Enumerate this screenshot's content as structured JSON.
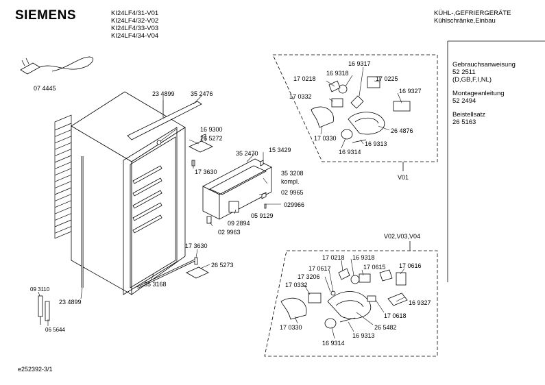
{
  "header": {
    "brand": "SIEMENS",
    "models": [
      "KI24LF4/31-V01",
      "KI24LF4/32-V02",
      "KI24LF4/33-V03",
      "KI24LF4/34-V04"
    ],
    "category_line1": "KÜHL-,GEFRIERGERÄTE",
    "category_line2": "Kühlschränke,Einbau"
  },
  "documents": {
    "manual_label": "Gebrauchsanweisung",
    "manual_number": "52 2511",
    "manual_languages": "(D,GB,F,I,NL)",
    "install_label": "Montageanleitung",
    "install_number": "52 2494",
    "kit_label": "Beistellsatz",
    "kit_number": "26 5163"
  },
  "footer": {
    "drawing_id": "e252392-3/1"
  },
  "variants": {
    "group_a": "V01",
    "group_b": "V02,V03,V04"
  },
  "parts": {
    "p074445": "07 4445",
    "p234899_top": "23 4899",
    "p352476": "35 2476",
    "p169300": "16 9300",
    "p265272": "26 5272",
    "p173630_top": "17 3630",
    "p352470": "35 2470",
    "p153429": "15 3429",
    "p353208": "35 3208",
    "kompl": "kompl.",
    "p029965": "02 9965",
    "p029966": "029966",
    "p059129": "05 9129",
    "p092894": "09 2894",
    "p029963": "02 9963",
    "p173630_bot": "17 3630",
    "p265273": "26 5273",
    "p353168": "35 3168",
    "p234899_bot": "23 4899",
    "p093110": "09 3110",
    "p065644": "06 5644",
    "a169317": "16 9317",
    "a170218": "17 0218",
    "a169318": "16 9318",
    "a170225": "17 0225",
    "a170332": "17 0332",
    "a169327": "16 9327",
    "a264876": "26 4876",
    "a170330": "17 0330",
    "a169313": "16 9313",
    "a169314": "16 9314",
    "b170218": "17 0218",
    "b169318": "16 9318",
    "b170617": "17 0617",
    "b170615": "17 0615",
    "b170616": "17 0616",
    "b173206": "17 3206",
    "b170332": "17 0332",
    "b169327": "16 9327",
    "b170618": "17 0618",
    "b265482": "26 5482",
    "b170330": "17 0330",
    "b169313": "16 9313",
    "b169314": "16 9314"
  }
}
